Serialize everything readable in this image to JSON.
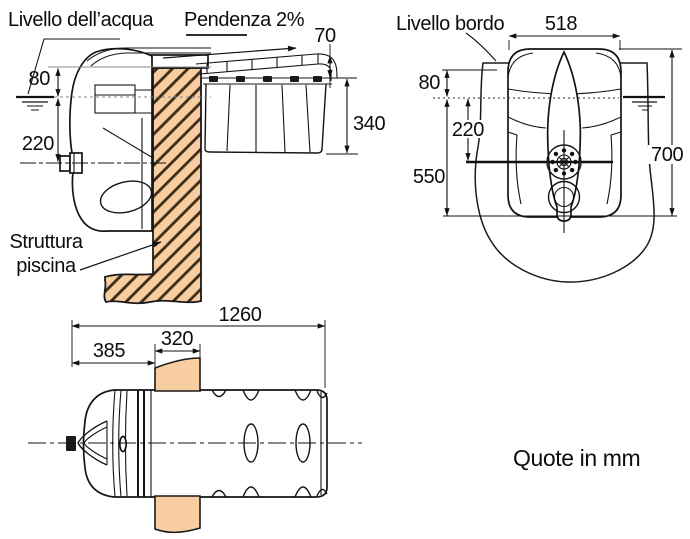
{
  "units_note": "Quote in mm",
  "colors": {
    "wall_fill": "#f8cda1",
    "hatch_line": "#3d2c15"
  },
  "side_view": {
    "water_level_label": "Livello dell’acqua",
    "slope_label": "Pendenza 2%",
    "structure_label": {
      "line1": "Struttura",
      "line2": "piscina"
    },
    "dims": {
      "lid_height": "70",
      "edge_to_water": "80",
      "water_to_outlet": "220",
      "basket_depth": "340"
    }
  },
  "front_view": {
    "edge_level_label": "Livello bordo",
    "dims": {
      "width": "518",
      "edge_to_water": "80",
      "water_to_flange": "220",
      "water_to_bottom": "550",
      "total_height": "700"
    }
  },
  "plan_view": {
    "dims": {
      "total_length": "1260",
      "nose_to_wall": "385",
      "wall_thickness": "320"
    }
  }
}
